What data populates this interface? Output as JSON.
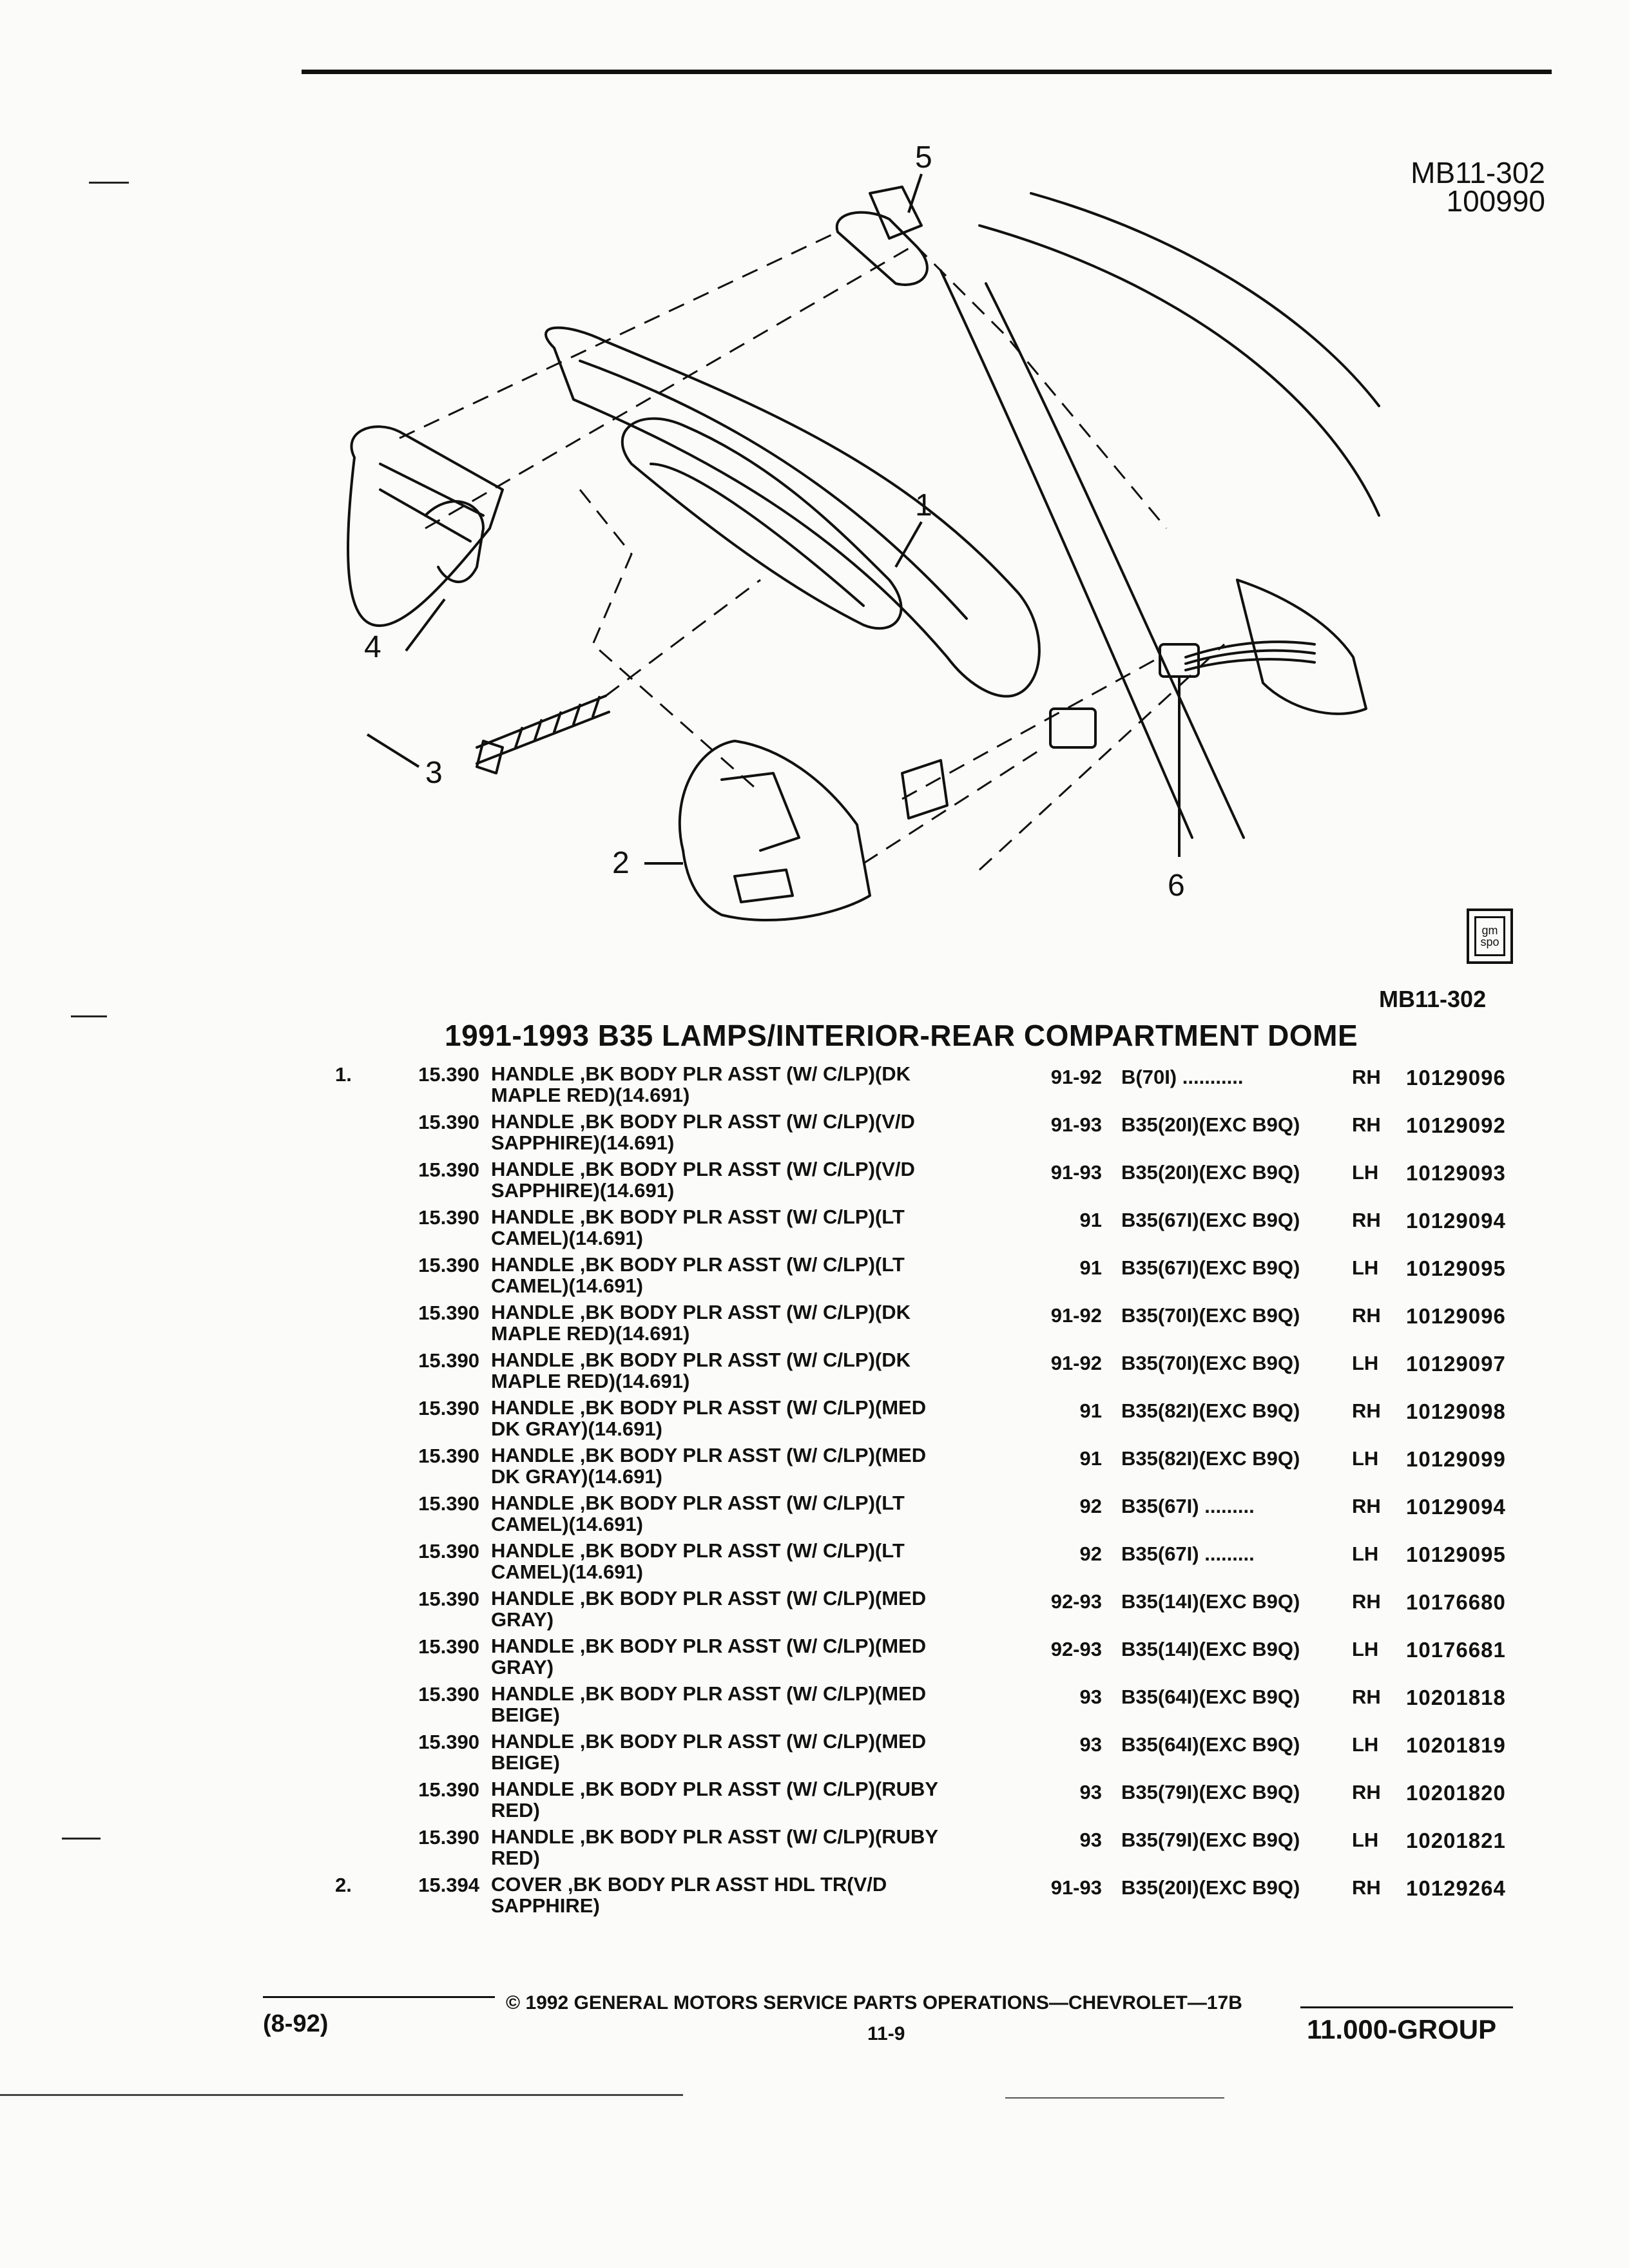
{
  "header": {
    "code_line1": "MB11-302",
    "code_line2": "100990"
  },
  "diagram": {
    "callouts": [
      "1",
      "2",
      "3",
      "4",
      "5",
      "6"
    ],
    "logo": {
      "line1": "gm",
      "line2": "spo"
    },
    "id": "MB11-302"
  },
  "section_title": "1991-1993 B35 LAMPS/INTERIOR-REAR COMPARTMENT DOME",
  "parts": [
    {
      "item": "1.",
      "group": "15.390",
      "desc1": "HANDLE ,BK BODY PLR ASST (W/ C/LP)(DK",
      "desc2": "MAPLE RED)(14.691)",
      "years": "91-92",
      "option": "B(70I) ...........",
      "side": "RH",
      "part_no": "10129096"
    },
    {
      "item": "",
      "group": "15.390",
      "desc1": "HANDLE ,BK BODY PLR ASST (W/ C/LP)(V/D",
      "desc2": "SAPPHIRE)(14.691)",
      "years": "91-93",
      "option": "B35(20I)(EXC B9Q)",
      "side": "RH",
      "part_no": "10129092"
    },
    {
      "item": "",
      "group": "15.390",
      "desc1": "HANDLE ,BK BODY PLR ASST (W/ C/LP)(V/D",
      "desc2": "SAPPHIRE)(14.691)",
      "years": "91-93",
      "option": "B35(20I)(EXC B9Q)",
      "side": "LH",
      "part_no": "10129093"
    },
    {
      "item": "",
      "group": "15.390",
      "desc1": "HANDLE ,BK BODY PLR ASST (W/ C/LP)(LT",
      "desc2": "CAMEL)(14.691)",
      "years": "91",
      "option": "B35(67I)(EXC B9Q)",
      "side": "RH",
      "part_no": "10129094"
    },
    {
      "item": "",
      "group": "15.390",
      "desc1": "HANDLE ,BK BODY PLR ASST (W/ C/LP)(LT",
      "desc2": "CAMEL)(14.691)",
      "years": "91",
      "option": "B35(67I)(EXC B9Q)",
      "side": "LH",
      "part_no": "10129095"
    },
    {
      "item": "",
      "group": "15.390",
      "desc1": "HANDLE ,BK BODY PLR ASST (W/ C/LP)(DK",
      "desc2": "MAPLE RED)(14.691)",
      "years": "91-92",
      "option": "B35(70I)(EXC B9Q)",
      "side": "RH",
      "part_no": "10129096"
    },
    {
      "item": "",
      "group": "15.390",
      "desc1": "HANDLE ,BK BODY PLR ASST (W/ C/LP)(DK",
      "desc2": "MAPLE RED)(14.691)",
      "years": "91-92",
      "option": "B35(70I)(EXC B9Q)",
      "side": "LH",
      "part_no": "10129097"
    },
    {
      "item": "",
      "group": "15.390",
      "desc1": "HANDLE ,BK BODY PLR ASST (W/ C/LP)(MED",
      "desc2": "DK GRAY)(14.691)",
      "years": "91",
      "option": "B35(82I)(EXC B9Q)",
      "side": "RH",
      "part_no": "10129098"
    },
    {
      "item": "",
      "group": "15.390",
      "desc1": "HANDLE ,BK BODY PLR ASST (W/ C/LP)(MED",
      "desc2": "DK GRAY)(14.691)",
      "years": "91",
      "option": "B35(82I)(EXC B9Q)",
      "side": "LH",
      "part_no": "10129099"
    },
    {
      "item": "",
      "group": "15.390",
      "desc1": "HANDLE ,BK BODY PLR ASST (W/ C/LP)(LT",
      "desc2": "CAMEL)(14.691)",
      "years": "92",
      "option": "B35(67I) .........",
      "side": "RH",
      "part_no": "10129094"
    },
    {
      "item": "",
      "group": "15.390",
      "desc1": "HANDLE ,BK BODY PLR ASST (W/ C/LP)(LT",
      "desc2": "CAMEL)(14.691)",
      "years": "92",
      "option": "B35(67I) .........",
      "side": "LH",
      "part_no": "10129095"
    },
    {
      "item": "",
      "group": "15.390",
      "desc1": "HANDLE ,BK BODY PLR ASST (W/ C/LP)(MED",
      "desc2": "GRAY)",
      "years": "92-93",
      "option": "B35(14I)(EXC B9Q)",
      "side": "RH",
      "part_no": "10176680"
    },
    {
      "item": "",
      "group": "15.390",
      "desc1": "HANDLE ,BK BODY PLR ASST (W/ C/LP)(MED",
      "desc2": "GRAY)",
      "years": "92-93",
      "option": "B35(14I)(EXC B9Q)",
      "side": "LH",
      "part_no": "10176681"
    },
    {
      "item": "",
      "group": "15.390",
      "desc1": "HANDLE ,BK BODY PLR ASST (W/ C/LP)(MED",
      "desc2": "BEIGE)",
      "years": "93",
      "option": "B35(64I)(EXC B9Q)",
      "side": "RH",
      "part_no": "10201818"
    },
    {
      "item": "",
      "group": "15.390",
      "desc1": "HANDLE ,BK BODY PLR ASST (W/ C/LP)(MED",
      "desc2": "BEIGE)",
      "years": "93",
      "option": "B35(64I)(EXC B9Q)",
      "side": "LH",
      "part_no": "10201819"
    },
    {
      "item": "",
      "group": "15.390",
      "desc1": "HANDLE ,BK BODY PLR ASST (W/ C/LP)(RUBY",
      "desc2": "RED)",
      "years": "93",
      "option": "B35(79I)(EXC B9Q)",
      "side": "RH",
      "part_no": "10201820"
    },
    {
      "item": "",
      "group": "15.390",
      "desc1": "HANDLE ,BK BODY PLR ASST (W/ C/LP)(RUBY",
      "desc2": "RED)",
      "years": "93",
      "option": "B35(79I)(EXC B9Q)",
      "side": "LH",
      "part_no": "10201821"
    },
    {
      "item": "2.",
      "group": "15.394",
      "desc1": "COVER ,BK BODY PLR ASST HDL TR(V/D",
      "desc2": "SAPPHIRE)",
      "years": "91-93",
      "option": "B35(20I)(EXC B9Q)",
      "side": "RH",
      "part_no": "10129264"
    }
  ],
  "footer": {
    "date": "(8-92)",
    "copyright": "© 1992 GENERAL MOTORS SERVICE PARTS OPERATIONS—CHEVROLET—17B",
    "page": "11-9",
    "group": "11.000-GROUP"
  }
}
